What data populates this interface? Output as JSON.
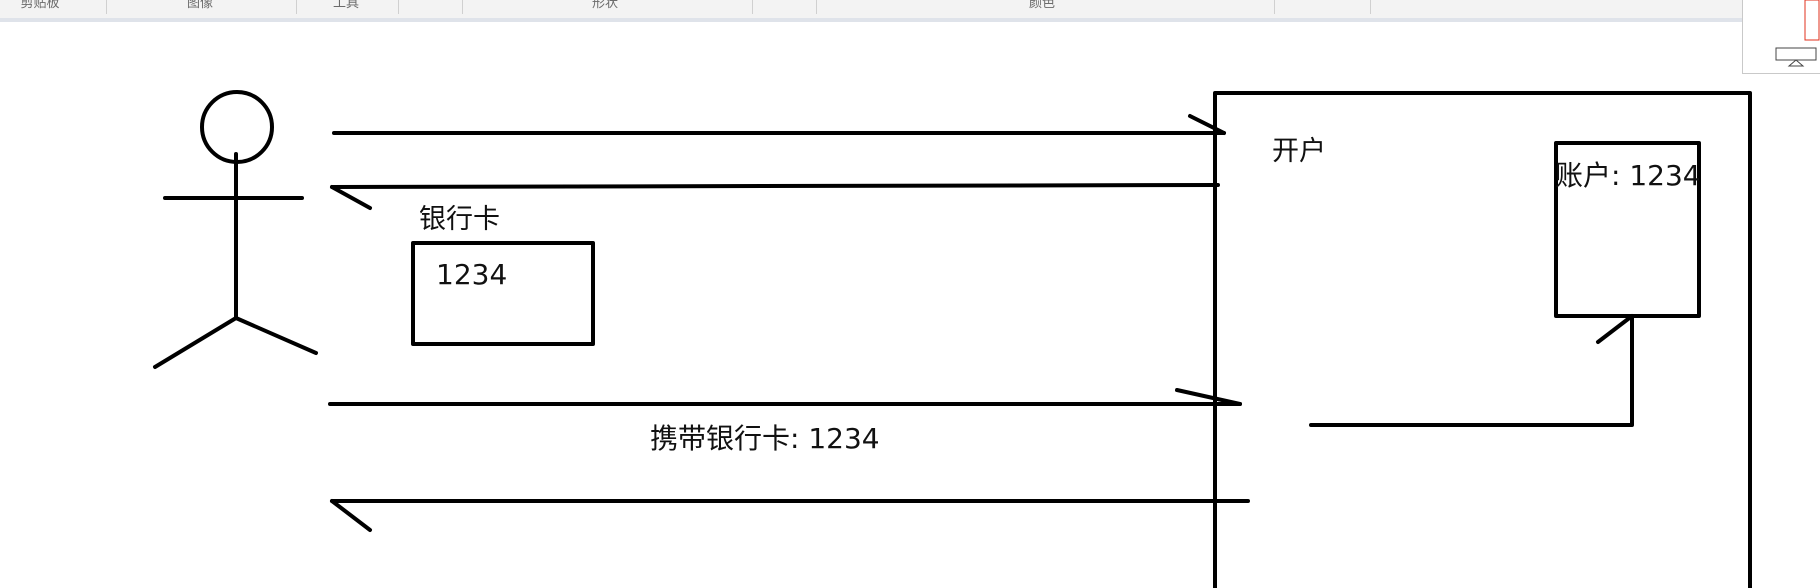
{
  "ribbon": {
    "groups": [
      {
        "label": "剪贴板"
      },
      {
        "label": "图像"
      },
      {
        "label": "工具"
      },
      {
        "label": "形状"
      },
      {
        "label": "颜色"
      }
    ]
  },
  "canvas": {
    "labels": {
      "open_account": "开户",
      "account_box": "账户: 1234",
      "bank_card": "银行卡",
      "card_number": "1234",
      "carry_card": "携带银行卡: 1234"
    }
  },
  "colors": {
    "ink": "#000000",
    "ribbon_background": "#f3f3f3",
    "ribbon_border": "#dfe3ea",
    "ribbon_text": "#6b6b6b"
  }
}
